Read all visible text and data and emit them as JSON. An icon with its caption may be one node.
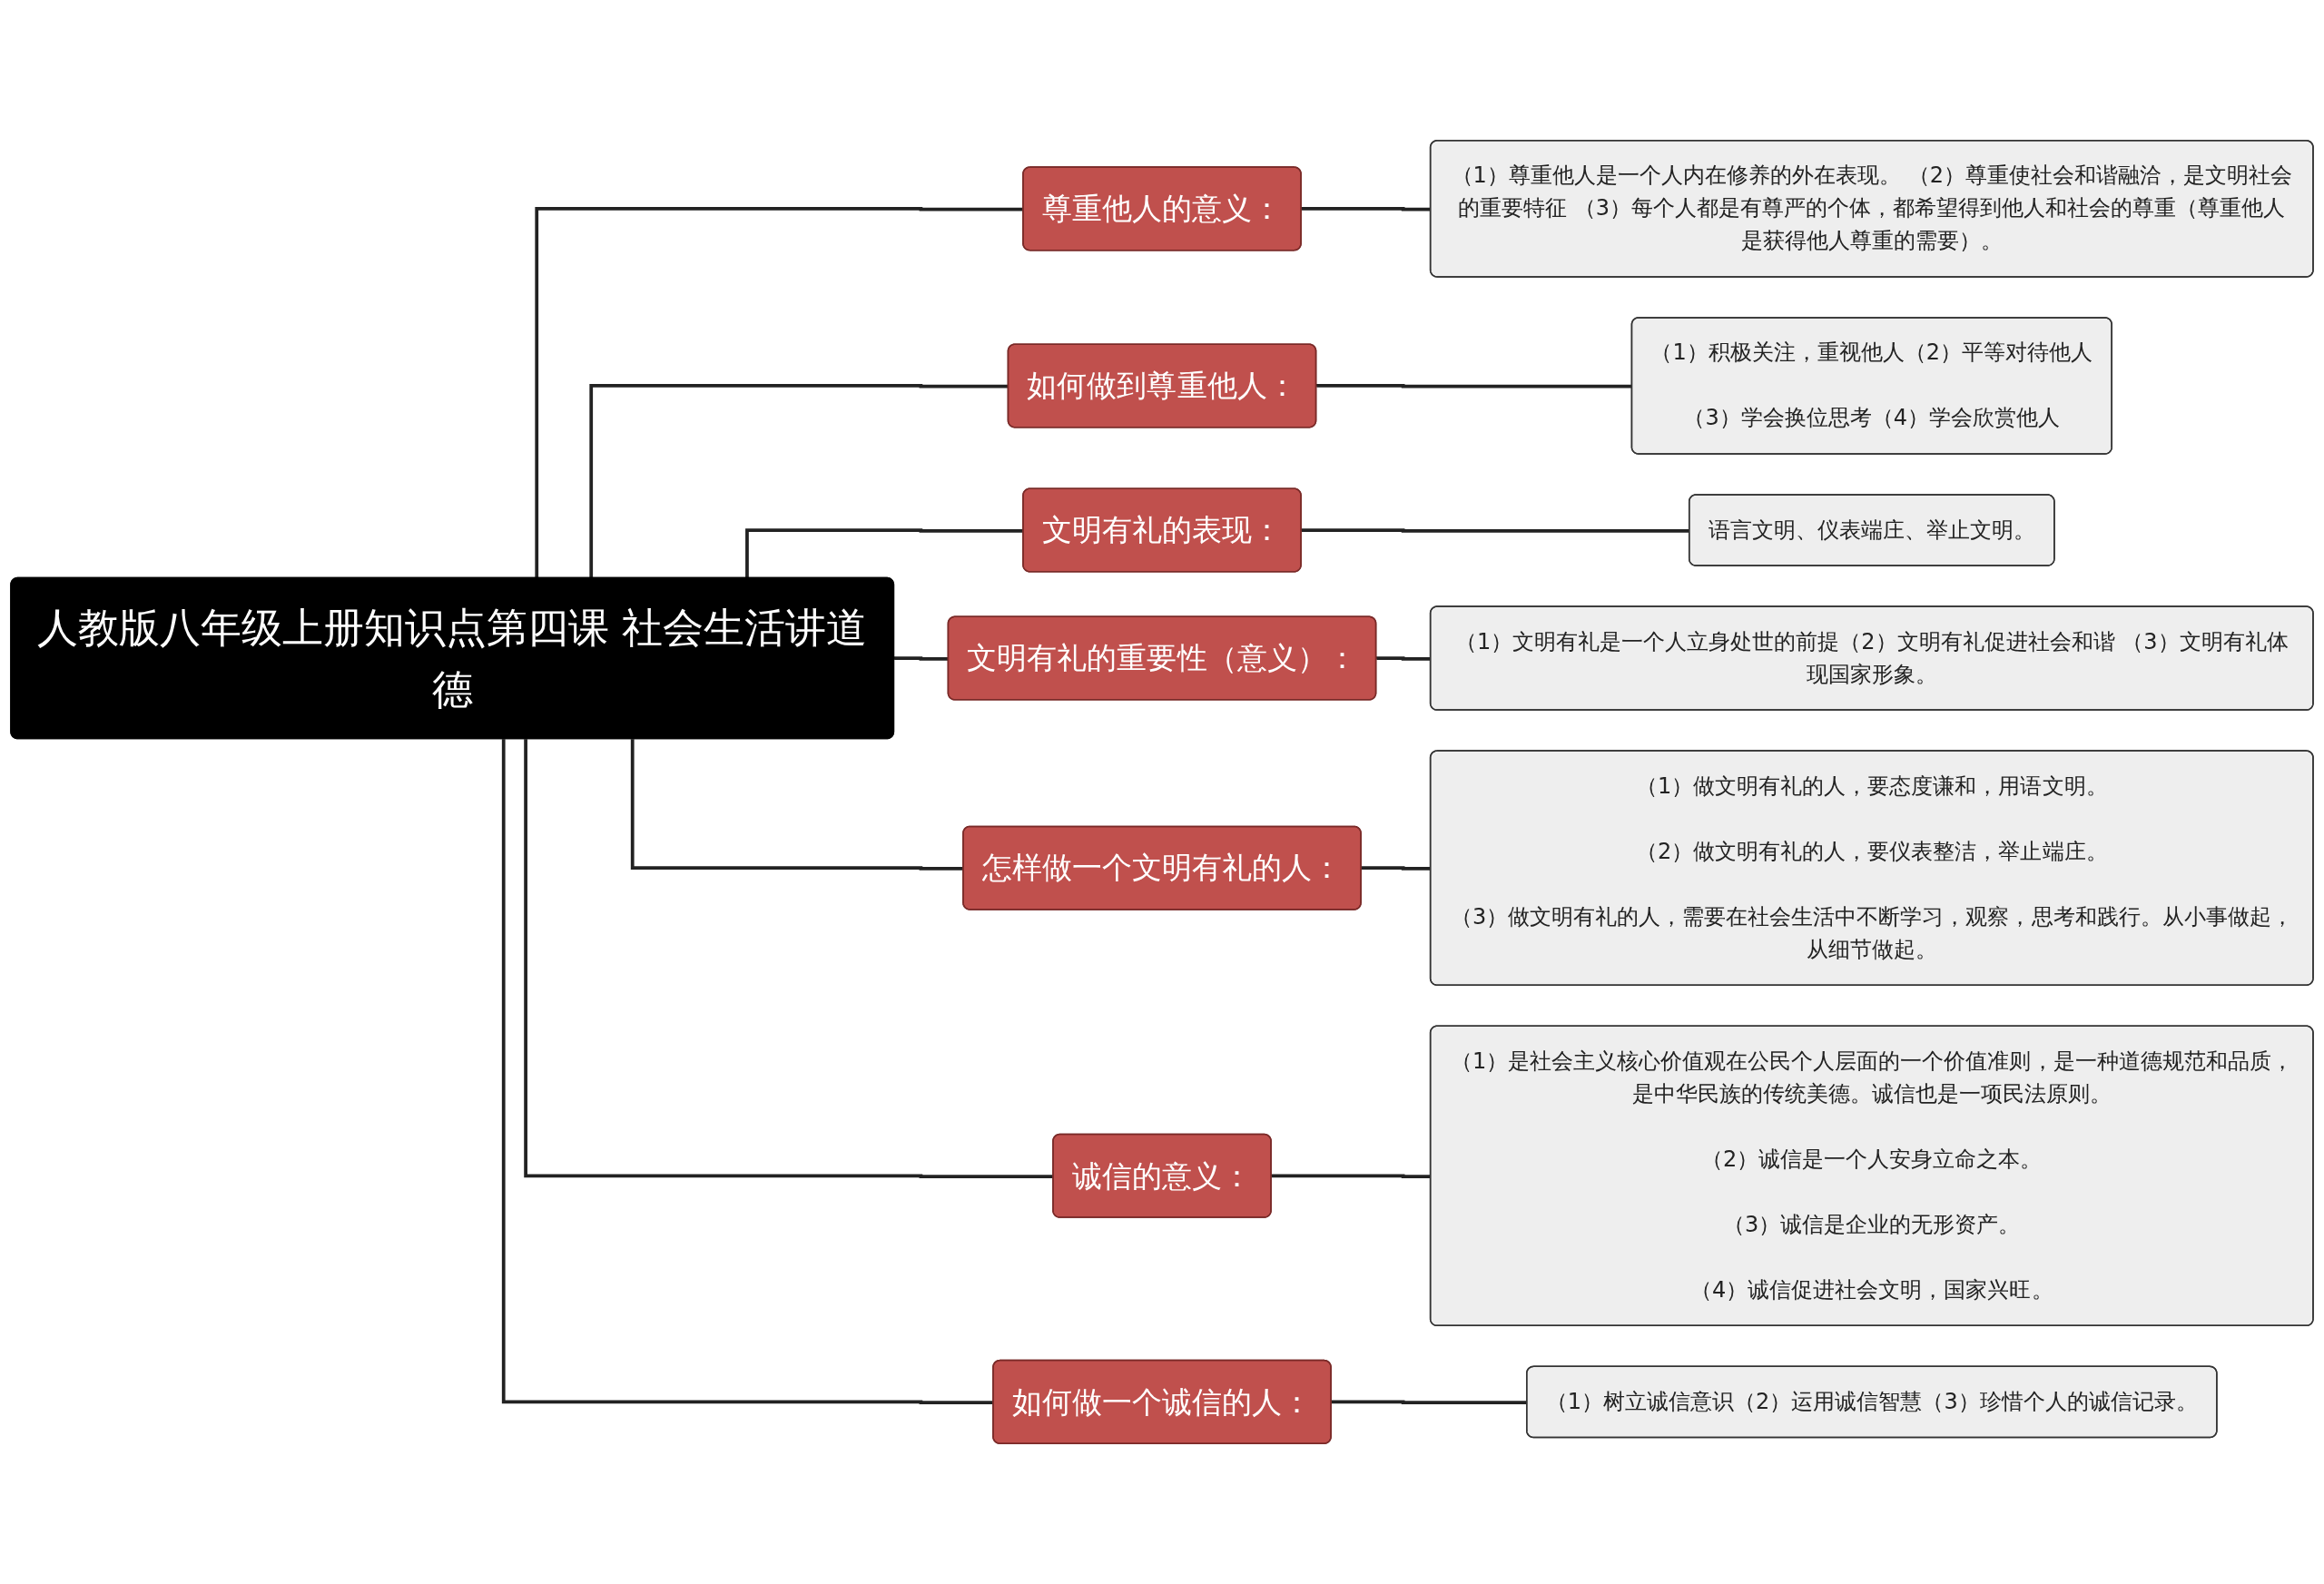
{
  "diagram": {
    "nodes": [
      {
        "text": [
          "人教版八年级上册知识点第四课 社会生活讲道德"
        ]
      },
      {
        "text": [
          "尊重他人的意义："
        ]
      },
      {
        "text": [
          "（1）尊重他人是一个人内在修养的外在表现。 （2）尊重使社会和谐融洽，是文明社会的重要特征 （3）每个人都是有尊严的个体，都希望得到他人和社会的尊重（尊重他人是获得他人尊重的需要）。"
        ]
      },
      {
        "text": [
          "如何做到尊重他人："
        ]
      },
      {
        "text": [
          "（1）积极关注，重视他人（2）平等对待他人",
          "（3）学会换位思考（4）学会欣赏他人"
        ]
      },
      {
        "text": [
          "文明有礼的表现："
        ]
      },
      {
        "text": [
          "语言文明、仪表端庄、举止文明。"
        ]
      },
      {
        "text": [
          "文明有礼的重要性（意义）："
        ]
      },
      {
        "text": [
          "（1）文明有礼是一个人立身处世的前提（2）文明有礼促进社会和谐 （3）文明有礼体现国家形象。"
        ]
      },
      {
        "text": [
          "怎样做一个文明有礼的人："
        ]
      },
      {
        "text": [
          "（1）做文明有礼的人，要态度谦和，用语文明。",
          "（2）做文明有礼的人，要仪表整洁，举止端庄。",
          "（3）做文明有礼的人，需要在社会生活中不断学习，观察，思考和践行。从小事做起，从细节做起。"
        ]
      },
      {
        "text": [
          "诚信的意义："
        ]
      },
      {
        "text": [
          "（1）是社会主义核心价值观在公民个人层面的一个价值准则，是一种道德规范和品质，是中华民族的传统美德。诚信也是一项民法原则。",
          "（2）诚信是一个人安身立命之本。",
          "（3）诚信是企业的无形资产。",
          "（4）诚信促进社会文明，国家兴旺。"
        ]
      },
      {
        "text": [
          "如何做一个诚信的人："
        ]
      },
      {
        "text": [
          "（1）树立诚信意识（2）运用诚信智慧（3）珍惜个人的诚信记录。"
        ]
      }
    ],
    "edges": [
      {
        "from": 0,
        "to": 1,
        "arrow": "none"
      },
      {
        "from": 1,
        "to": 2,
        "arrow": "none"
      },
      {
        "from": 0,
        "to": 3,
        "arrow": "none"
      },
      {
        "from": 3,
        "to": 4,
        "arrow": "none"
      },
      {
        "from": 0,
        "to": 5,
        "arrow": "none"
      },
      {
        "from": 5,
        "to": 6,
        "arrow": "none"
      },
      {
        "from": 0,
        "to": 7,
        "arrow": "none"
      },
      {
        "from": 7,
        "to": 8,
        "arrow": "none"
      },
      {
        "from": 0,
        "to": 9,
        "arrow": "none"
      },
      {
        "from": 9,
        "to": 10,
        "arrow": "none"
      },
      {
        "from": 0,
        "to": 11,
        "arrow": "none"
      },
      {
        "from": 11,
        "to": 12,
        "arrow": "none"
      },
      {
        "from": 0,
        "to": 13,
        "arrow": "none"
      },
      {
        "from": 13,
        "to": 14,
        "arrow": "none"
      }
    ]
  }
}
